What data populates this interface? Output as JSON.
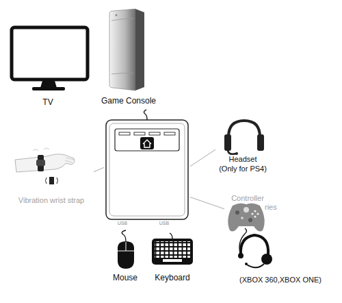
{
  "diagram": {
    "nodes": [
      {
        "text": [
          "TV"
        ]
      },
      {
        "text": [
          "Game Console"
        ]
      },
      {
        "text": [
          "USB",
          "USB"
        ]
      },
      {
        "text": [
          "Vibration wrist strap"
        ]
      },
      {
        "text": [
          "Headset",
          "(Only for PS4)"
        ]
      },
      {
        "text": [
          "Controller"
        ]
      },
      {
        "text": [
          "(XBOX 360,XBOX ONE)"
        ]
      },
      {
        "text": [
          "Mouse"
        ]
      },
      {
        "text": [
          "Keyboard"
        ]
      }
    ],
    "edges": [
      {
        "from": 2,
        "to": 3,
        "arrow": "none"
      },
      {
        "from": 2,
        "to": 4,
        "arrow": "none"
      },
      {
        "from": 2,
        "to": 5,
        "arrow": "none"
      }
    ],
    "labels": [
      "ries"
    ]
  }
}
